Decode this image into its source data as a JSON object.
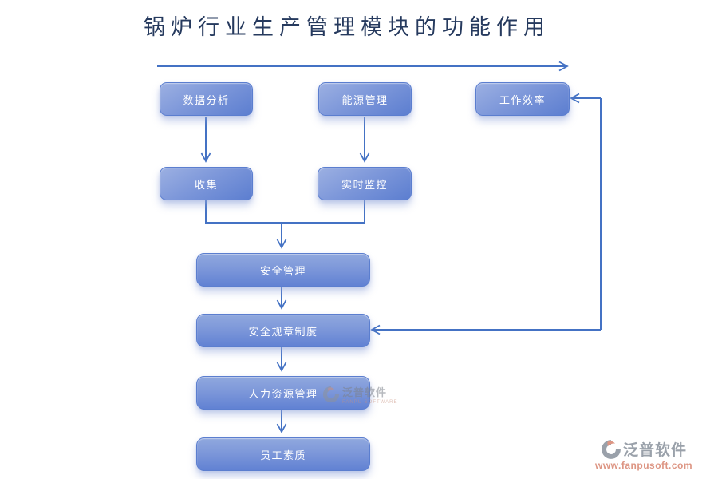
{
  "title": "锅炉行业生产管理模块的功能作用",
  "nodes": {
    "data_analysis": "数据分析",
    "energy_mgmt": "能源管理",
    "work_efficiency": "工作效率",
    "collect": "收集",
    "realtime_monitor": "实时监控",
    "safety_mgmt": "安全管理",
    "safety_rules": "安全规章制度",
    "hr_mgmt": "人力资源管理",
    "employee_quality": "员工素质"
  },
  "watermark": {
    "brand": "泛普软件",
    "brand_sub": "FANPU SOFTWARE",
    "url": "www.fanpusoft.com"
  },
  "colors": {
    "connector_line": "#4472C4",
    "title_text": "#263A5E",
    "box_gradient_top": "#9CB0E2",
    "box_gradient_bottom": "#5C7ED0",
    "box_text": "#FFFFFF",
    "watermark_gray": "#9AA1AA",
    "watermark_coral": "#DD9583"
  }
}
